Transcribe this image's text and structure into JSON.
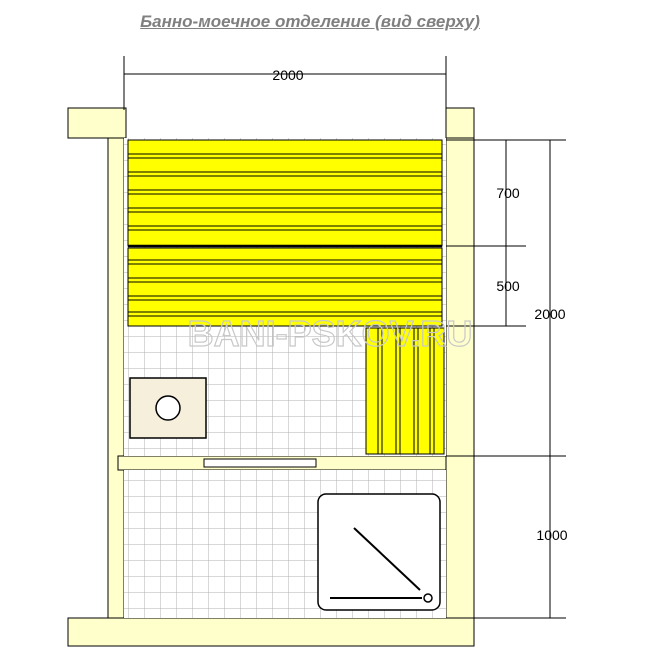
{
  "title": "Банно-моечное отделение (вид сверху)",
  "dimensions": {
    "width_top": "2000",
    "bench_top": "700",
    "bench_bottom": "500",
    "steam_room_total": "2000",
    "wash_room": "1000"
  },
  "watermark": "BANI-PSKOV.RU",
  "colors": {
    "wall": "#ffffcc",
    "bench": "#ffff00",
    "tile_grid": "#b0b0b0",
    "stove_fill": "#f5efdc",
    "outline": "#000000"
  }
}
